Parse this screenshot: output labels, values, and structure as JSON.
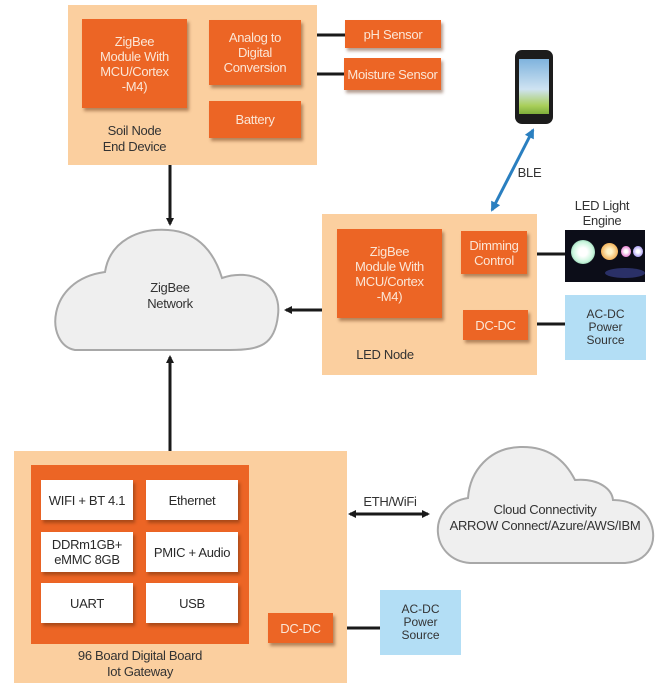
{
  "soil_node": {
    "label": "Soil Node\nEnd Device",
    "zigbee_module": "ZigBee\nModule With\nMCU/Cortex\n-M4)",
    "adc": "Analog to\nDigital\nConversion",
    "battery": "Battery",
    "sensors": [
      "pH Sensor",
      "Moisture Sensor"
    ]
  },
  "zigbee_network": {
    "label": "ZigBee\nNetwork"
  },
  "smartphone": {
    "icon": "smartphone-icon",
    "link_label": "BLE"
  },
  "led_node": {
    "label": "LED Node",
    "zigbee_module": "ZigBee\nModule With\nMCU/Cortex\n-M4)",
    "dimming": "Dimming\nControl",
    "dcdc": "DC-DC",
    "light_engine_label": "LED Light\nEngine",
    "light_engine_icon": "led-light-icon",
    "power_source": "AC-DC\nPower\nSource"
  },
  "gateway": {
    "label": "96 Board Digital Board\nIot Gateway",
    "cells": [
      "WIFI + BT 4.1",
      "Ethernet",
      "DDRm1GB+\neMMC 8GB",
      "PMIC + Audio",
      "UART",
      "USB"
    ],
    "dcdc": "DC-DC",
    "power_source": "AC-DC\nPower\nSource",
    "link_label": "ETH/WiFi"
  },
  "cloud": {
    "label": "Cloud Connectivity\nARROW Connect/Azure/AWS/IBM"
  },
  "colors": {
    "panel": "#fbcf9f",
    "block": "#ec6525",
    "power": "#b3def5",
    "cloud_fill": "#efefef",
    "cloud_stroke": "#a8a8a8",
    "ble_arrow": "#2a7fc0"
  }
}
